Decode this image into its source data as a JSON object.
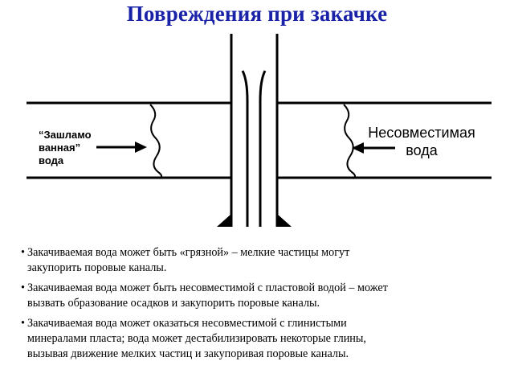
{
  "title": "Повреждения при закачке",
  "diagram": {
    "left_label_lines": [
      "“Зашламо",
      "ванная”",
      "вода"
    ],
    "right_label_lines": [
      "Несовместимая",
      "вода"
    ]
  },
  "bullet_marker": "•",
  "bullets": [
    {
      "line1": "Закачиваемая вода может быть «грязной» – мелкие частицы могут",
      "line2": "закупорить поровые каналы."
    },
    {
      "line1": "Закачиваемая вода может быть несовместимой с пластовой водой – может",
      "line2": "вызвать образование осадков и закупорить поровые каналы."
    },
    {
      "line1": "Закачиваемая вода может оказаться несовместимой с глинистыми",
      "line2": "минералами пласта; вода может дестабилизировать некоторые глины,",
      "line3": "вызывая движение мелких частиц и закупоривая поровые каналы."
    }
  ],
  "colors": {
    "title": "#1a22a8",
    "lines": "#000000"
  }
}
